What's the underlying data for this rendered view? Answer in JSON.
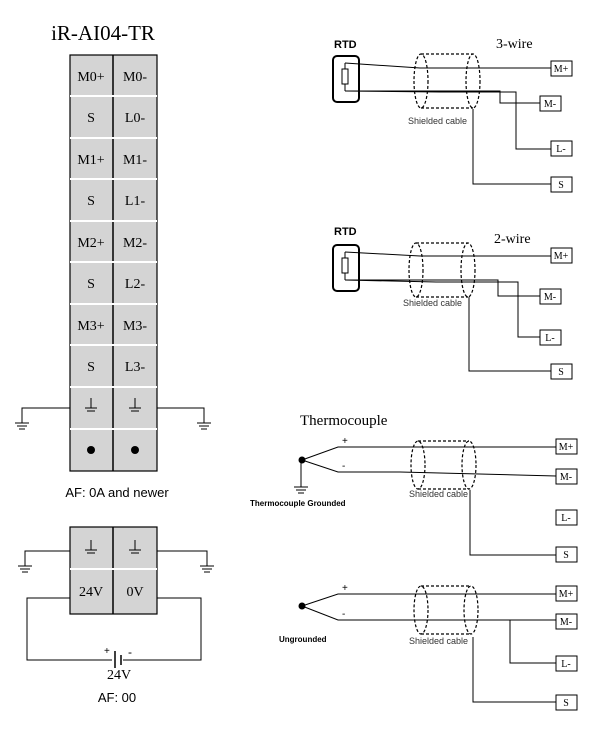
{
  "module": {
    "title": "iR-AI04-TR",
    "terminals": [
      [
        "M0+",
        "M0-"
      ],
      [
        "S",
        "L0-"
      ],
      [
        "M1+",
        "M1-"
      ],
      [
        "S",
        "L1-"
      ],
      [
        "M2+",
        "M2-"
      ],
      [
        "S",
        "L2-"
      ],
      [
        "M3+",
        "M3-"
      ],
      [
        "S",
        "L3-"
      ]
    ],
    "af_new_label": "AF: 0A and newer"
  },
  "power": {
    "left_terminal": "24V",
    "right_terminal": "0V",
    "battery_plus": "+",
    "battery_minus": "-",
    "battery_voltage": "24V",
    "af_old_label": "AF: 00"
  },
  "rtd3": {
    "sensor_label": "RTD",
    "mode_label": "3-wire",
    "cable_label": "Shielded cable",
    "terminals": [
      "M+",
      "M-",
      "L-",
      "S"
    ]
  },
  "rtd2": {
    "sensor_label": "RTD",
    "mode_label": "2-wire",
    "cable_label": "Shielded cable",
    "terminals": [
      "M+",
      "M-",
      "L-",
      "S"
    ]
  },
  "tc_grounded": {
    "section_title": "Thermocouple",
    "plus": "+",
    "minus": "-",
    "junction_label": "Thermocouple Grounded",
    "cable_label": "Shielded cable",
    "terminals": [
      "M+",
      "M-",
      "L-",
      "S"
    ]
  },
  "tc_ungrounded": {
    "plus": "+",
    "minus": "-",
    "junction_label": "Ungrounded",
    "cable_label": "Shielded cable",
    "terminals": [
      "M+",
      "M-",
      "L-",
      "S"
    ]
  },
  "colors": {
    "block_fill": "#d4d4d4",
    "line": "#000000"
  }
}
